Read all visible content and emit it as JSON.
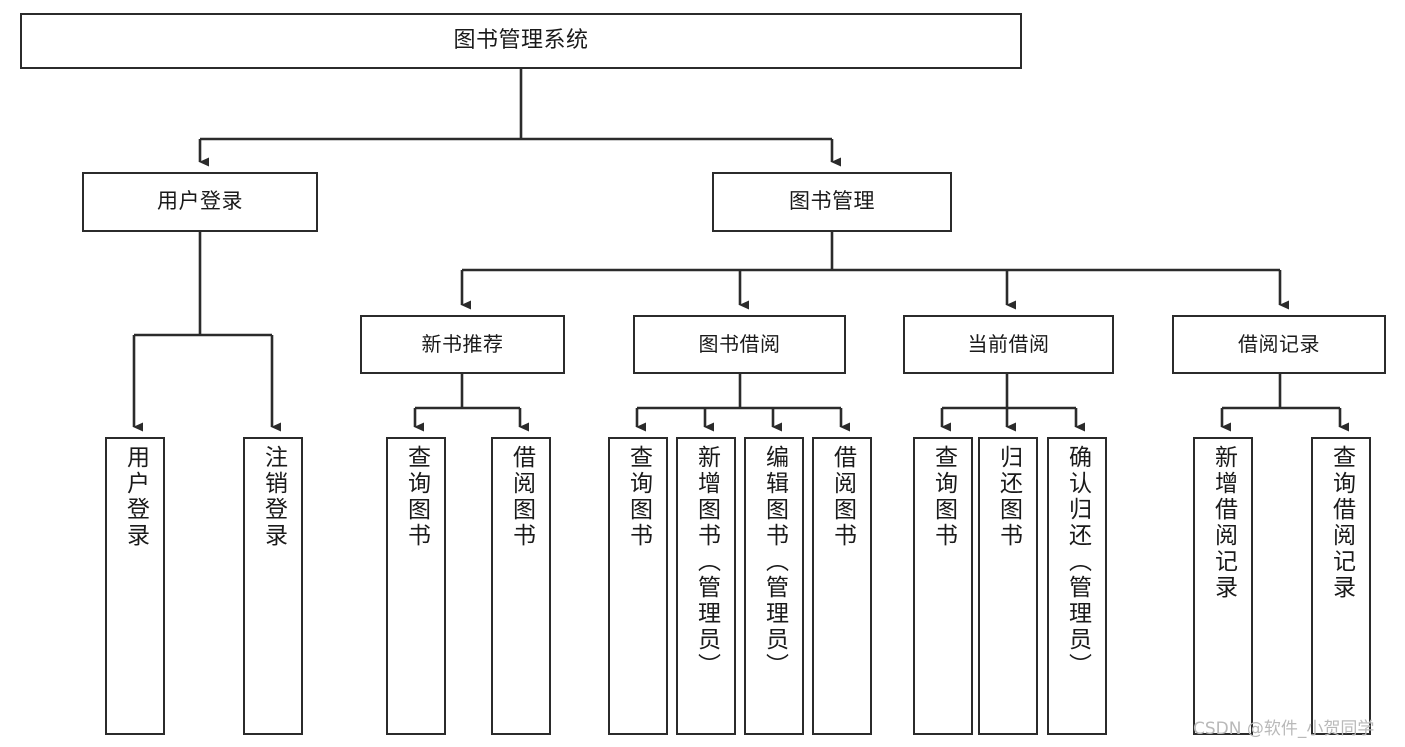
{
  "diagram": {
    "title": "图书管理系统",
    "watermark": "CSDN @软件_小贺同学",
    "line_color": "#2b2b2b",
    "box_fill": "#ffffff",
    "text_color": "#1a1a1a",
    "watermark_color": "#b9b9b9",
    "root": {
      "label": "图书管理系统"
    },
    "level1": [
      {
        "label": "用户登录"
      },
      {
        "label": "图书管理"
      }
    ],
    "level2": [
      {
        "label": "新书推荐"
      },
      {
        "label": "图书借阅"
      },
      {
        "label": "当前借阅"
      },
      {
        "label": "借阅记录"
      }
    ],
    "leaves": [
      {
        "label": "用户登录"
      },
      {
        "label": "注销登录"
      },
      {
        "label": "查询图书"
      },
      {
        "label": "借阅图书"
      },
      {
        "label": "查询图书"
      },
      {
        "label": "新增图书（管理员）"
      },
      {
        "label": "编辑图书（管理员）"
      },
      {
        "label": "借阅图书"
      },
      {
        "label": "查询图书"
      },
      {
        "label": "归还图书"
      },
      {
        "label": "确认归还（管理员）"
      },
      {
        "label": "新增借阅记录"
      },
      {
        "label": "查询借阅记录"
      }
    ]
  }
}
